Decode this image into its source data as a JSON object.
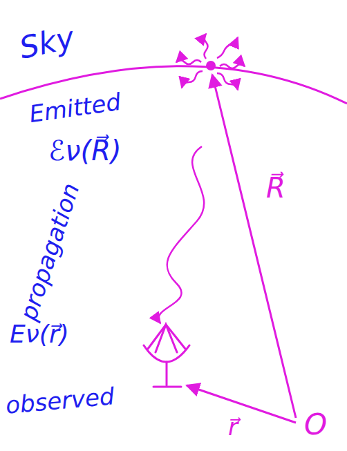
{
  "diagram": {
    "labels": [
      "Sky",
      "Emitted",
      "ℰν(R⃗)",
      "propagation",
      "Eν(r⃗)",
      "observed",
      "R⃗",
      "r⃗",
      "O"
    ]
  }
}
